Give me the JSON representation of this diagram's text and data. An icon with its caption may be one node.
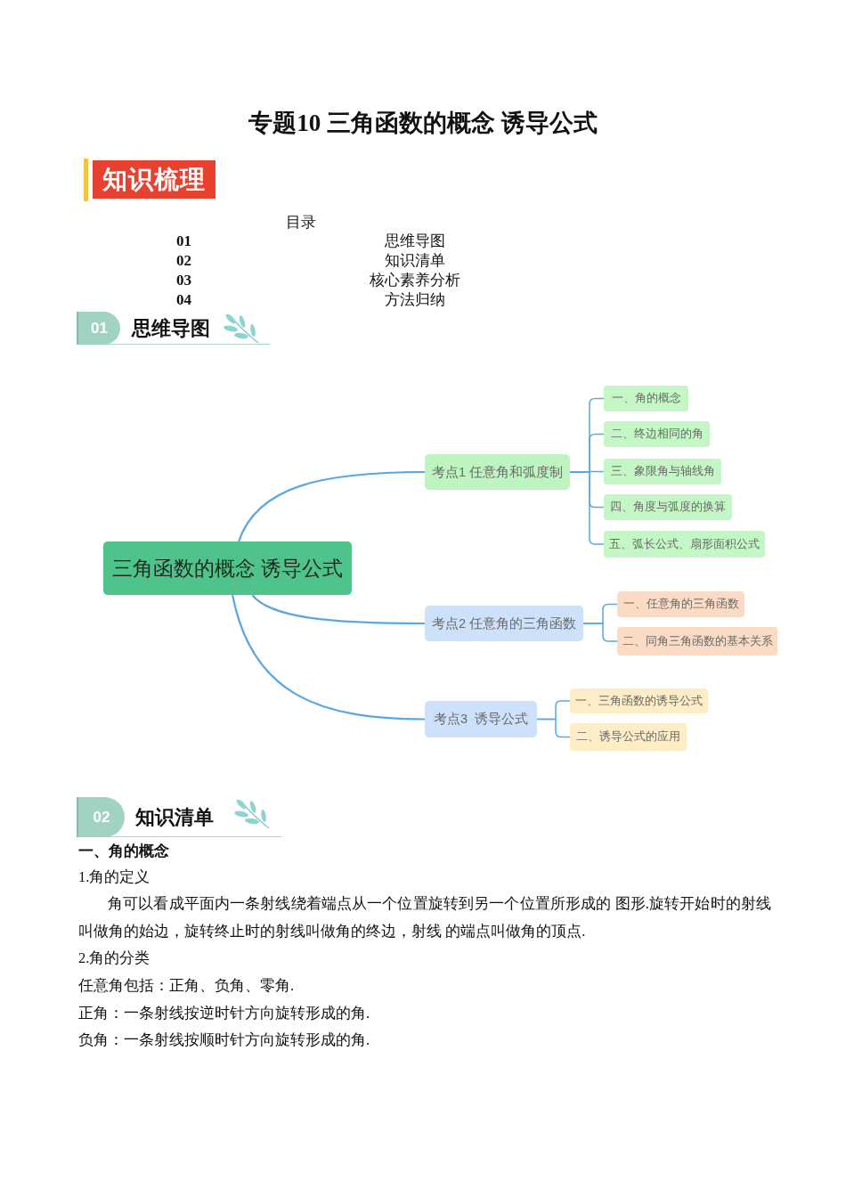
{
  "diagram": {
    "title": "专题10 三角函数的概念 诱导公式",
    "nodes": [
      {
        "text": [
          "知识梳理"
        ]
      },
      {
        "text": [
          "01",
          "思维导图"
        ]
      },
      {
        "text": [
          "三角函数的概念 诱导公式"
        ]
      },
      {
        "text": [
          "考点1 任意角和弧度制"
        ]
      },
      {
        "text": [
          "一、角的概念"
        ]
      },
      {
        "text": [
          "二、终边相同的角"
        ]
      },
      {
        "text": [
          "三、象限角与轴线角"
        ]
      },
      {
        "text": [
          "四、角度与弧度的换算"
        ]
      },
      {
        "text": [
          "五、弧长公式、扇形面积公式"
        ]
      },
      {
        "text": [
          "考点2 任意角的三角函数"
        ]
      },
      {
        "text": [
          "一、任意角的三角函数"
        ]
      },
      {
        "text": [
          "二、同角三角函数的基本关系"
        ]
      },
      {
        "text": [
          "考点3  诱导公式"
        ]
      },
      {
        "text": [
          "一、三角函数的诱导公式"
        ]
      },
      {
        "text": [
          "二、诱导公式的应用"
        ]
      },
      {
        "text": [
          "02",
          "知识清单"
        ]
      }
    ],
    "edges": [
      {
        "from": 2,
        "to": 3,
        "arrow": "none"
      },
      {
        "from": 2,
        "to": 9,
        "arrow": "none"
      },
      {
        "from": 2,
        "to": 12,
        "arrow": "none"
      },
      {
        "from": 3,
        "to": 4,
        "arrow": "none"
      },
      {
        "from": 3,
        "to": 5,
        "arrow": "none"
      },
      {
        "from": 3,
        "to": 6,
        "arrow": "none"
      },
      {
        "from": 3,
        "to": 7,
        "arrow": "none"
      },
      {
        "from": 3,
        "to": 8,
        "arrow": "none"
      },
      {
        "from": 9,
        "to": 10,
        "arrow": "none"
      },
      {
        "from": 9,
        "to": 11,
        "arrow": "none"
      },
      {
        "from": 12,
        "to": 13,
        "arrow": "none"
      },
      {
        "from": 12,
        "to": 14,
        "arrow": "none"
      }
    ],
    "labels": [
      "目录",
      "01",
      "思维导图",
      "02",
      "知识清单",
      "03",
      "核心素养分析",
      "04",
      "方法归纳",
      "一、角的概念",
      "1.角的定义",
      "角可以看成平面内一条射线绕着端点从一个位置旋转到另一个位置所形成的 图形.旋转开始时的射线叫做角的始边，旋转终止时的射线叫做角的终边，射线 的端点叫做角的顶点.",
      "2.角的分类",
      "任意角包括：正角、负角、零角.",
      "正角：一条射线按逆时针方向旋转形成的角.",
      "负角：一条射线按顺时针方向旋转形成的角."
    ]
  }
}
